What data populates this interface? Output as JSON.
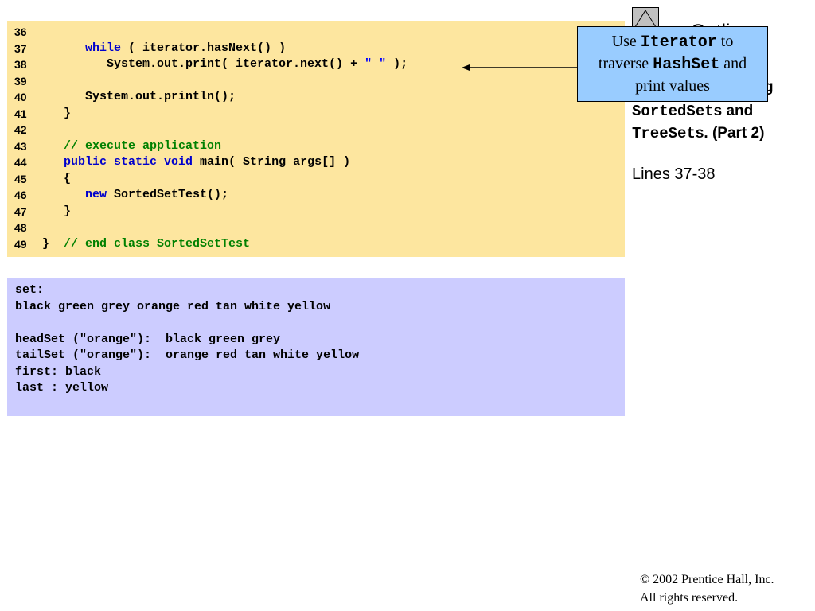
{
  "code": [
    {
      "num": "36",
      "parts": []
    },
    {
      "num": "37",
      "parts": [
        {
          "t": "      ",
          "c": ""
        },
        {
          "t": "while",
          "c": "kw"
        },
        {
          "t": " ( iterator.hasNext() )",
          "c": ""
        }
      ]
    },
    {
      "num": "38",
      "parts": [
        {
          "t": "         System.out.print( iterator.next() + ",
          "c": ""
        },
        {
          "t": "\" \"",
          "c": "str"
        },
        {
          "t": " );",
          "c": ""
        }
      ]
    },
    {
      "num": "39",
      "parts": []
    },
    {
      "num": "40",
      "parts": [
        {
          "t": "      System.out.println();",
          "c": ""
        }
      ]
    },
    {
      "num": "41",
      "parts": [
        {
          "t": "   }",
          "c": ""
        }
      ]
    },
    {
      "num": "42",
      "parts": []
    },
    {
      "num": "43",
      "parts": [
        {
          "t": "   ",
          "c": ""
        },
        {
          "t": "// execute application",
          "c": "cm"
        }
      ]
    },
    {
      "num": "44",
      "parts": [
        {
          "t": "   ",
          "c": ""
        },
        {
          "t": "public static void",
          "c": "kw"
        },
        {
          "t": " main( String args[] )",
          "c": ""
        }
      ]
    },
    {
      "num": "45",
      "parts": [
        {
          "t": "   {",
          "c": ""
        }
      ]
    },
    {
      "num": "46",
      "parts": [
        {
          "t": "      ",
          "c": ""
        },
        {
          "t": "new",
          "c": "kw"
        },
        {
          "t": " SortedSetTest();",
          "c": ""
        }
      ]
    },
    {
      "num": "47",
      "parts": [
        {
          "t": "   }",
          "c": ""
        }
      ]
    },
    {
      "num": "48",
      "parts": []
    },
    {
      "num": "49",
      "parts": [
        {
          "t": "}  ",
          "c": ""
        },
        {
          "t": "// end class SortedSetTest",
          "c": "cm"
        }
      ]
    }
  ],
  "output": [
    "set:",
    "black green grey orange red tan white yellow",
    "",
    "headSet (\"orange\"):  black green grey",
    "tailSet (\"orange\"):  orange red tan white yellow",
    "first: black",
    "last : yellow"
  ],
  "sidebar": {
    "title_visible": "Outli",
    "line1_suffix": "g",
    "line2_mono": "SortedSet",
    "line2_rest": "s and",
    "line3_mono": "TreeSet",
    "line3_rest": "s. (Part 2)",
    "lines_ref": "Lines 37-38"
  },
  "callout": {
    "t1": "Use ",
    "m1": "Iterator",
    "t2": " to",
    "t3": "traverse ",
    "m2": "HashSet",
    "t4": " and",
    "t5": "print values"
  },
  "footer": {
    "copyright": "© 2002 Prentice Hall, Inc.",
    "rights": "All rights reserved."
  }
}
